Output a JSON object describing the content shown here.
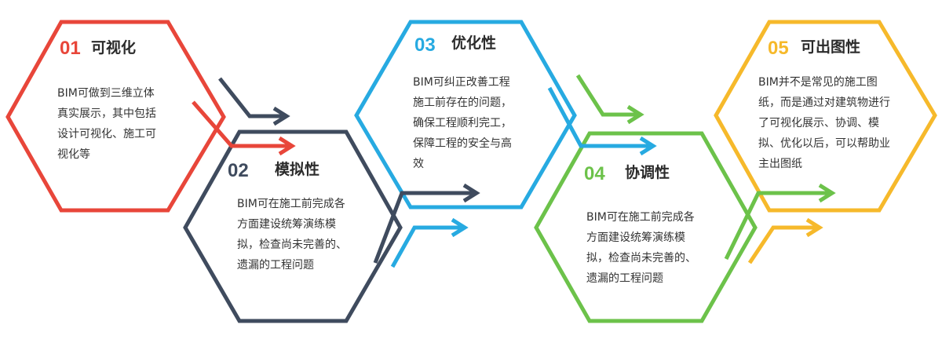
{
  "colors": {
    "red": "#e8463a",
    "navy": "#3f4b5e",
    "blue": "#27aae1",
    "green": "#6cc24a",
    "yellow": "#f6b92b"
  },
  "nodes": [
    {
      "number": "01",
      "title": "可视化",
      "color": "red",
      "desc": [
        "BIM可做到三维立体",
        "真实展示，其中包括",
        "设计可视化、施工可",
        "视化等"
      ]
    },
    {
      "number": "02",
      "title": "模拟性",
      "color": "navy",
      "desc": [
        "BIM可在施工前完成各",
        "方面建设统筹演练模",
        "拟，检查尚未完善的、",
        "遗漏的工程问题"
      ]
    },
    {
      "number": "03",
      "title": "优化性",
      "color": "blue",
      "desc": [
        "BIM可纠正改善工程",
        "施工前存在的问题，",
        "确保工程顺利完工，",
        "保障工程的安全与高",
        "效"
      ]
    },
    {
      "number": "04",
      "title": "协调性",
      "color": "green",
      "desc": [
        "BIM可在施工前完成各",
        "方面建设统筹演练模",
        "拟，检查尚未完善的、",
        "遗漏的工程问题"
      ]
    },
    {
      "number": "05",
      "title": "可出图性",
      "color": "yellow",
      "desc": [
        "BIM并不是常见的施工图",
        "纸，而是通过对建筑物进行",
        "了可视化展示、协调、模",
        "拟、优化以后，可以帮助业",
        "主出图纸"
      ]
    }
  ]
}
